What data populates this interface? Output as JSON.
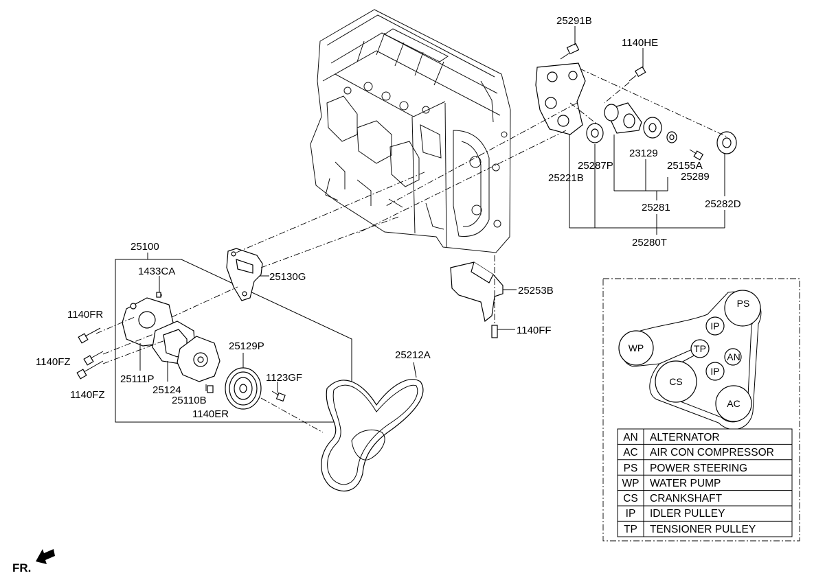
{
  "part_labels": {
    "p25291B": "25291B",
    "p1140HE": "1140HE",
    "p23129": "23129",
    "p25155A": "25155A",
    "p25287P": "25287P",
    "p25221B": "25221B",
    "p25289": "25289",
    "p25281": "25281",
    "p25282D": "25282D",
    "p25280T": "25280T",
    "p25100": "25100",
    "p1433CA": "1433CA",
    "p25130G": "25130G",
    "p25253B": "25253B",
    "p1140FR": "1140FR",
    "p1140FF": "1140FF",
    "p25129P": "25129P",
    "p25212A": "25212A",
    "p1140FZa": "1140FZ",
    "p25111P": "25111P",
    "p1123GF": "1123GF",
    "p25124": "25124",
    "p25110B": "25110B",
    "p1140FZb": "1140FZ",
    "p1140ER": "1140ER",
    "fr": "FR."
  },
  "belt_diagram": {
    "pulleys": {
      "ps": "PS",
      "ip_top": "IP",
      "wp": "WP",
      "tp": "TP",
      "an": "AN",
      "ip_low": "IP",
      "cs": "CS",
      "ac": "AC"
    }
  },
  "legend": [
    {
      "key": "AN",
      "value": "ALTERNATOR"
    },
    {
      "key": "AC",
      "value": "AIR CON COMPRESSOR"
    },
    {
      "key": "PS",
      "value": "POWER STEERING"
    },
    {
      "key": "WP",
      "value": "WATER PUMP"
    },
    {
      "key": "CS",
      "value": "CRANKSHAFT"
    },
    {
      "key": "IP",
      "value": "IDLER PULLEY"
    },
    {
      "key": "TP",
      "value": "TENSIONER PULLEY"
    }
  ]
}
